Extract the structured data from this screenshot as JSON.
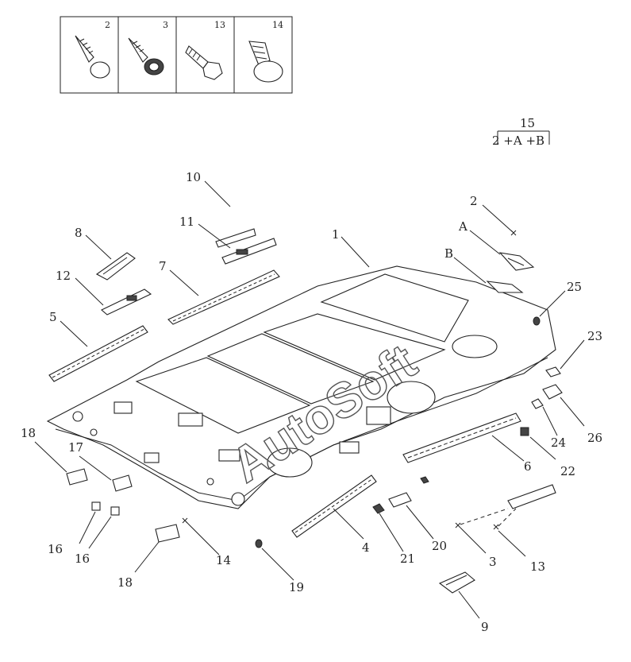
{
  "inset": {
    "boxes": [
      "2",
      "3",
      "13",
      "14"
    ]
  },
  "kit": {
    "number": "15",
    "contents": "2 +A +B"
  },
  "watermark": "AutoSoft",
  "callouts": {
    "c1": "1",
    "c2": "2",
    "c3": "3",
    "c4": "4",
    "c5": "5",
    "c6": "6",
    "c7": "7",
    "c8": "8",
    "c9": "9",
    "c10": "10",
    "c11": "11",
    "c12": "12",
    "c13": "13",
    "c14": "14",
    "c16a": "16",
    "c16b": "16",
    "c17": "17",
    "c18a": "18",
    "c18b": "18",
    "c19": "19",
    "c20": "20",
    "c21": "21",
    "c22": "22",
    "c23": "23",
    "c24": "24",
    "c25": "25",
    "c26": "26",
    "cA": "A",
    "cB": "B"
  }
}
